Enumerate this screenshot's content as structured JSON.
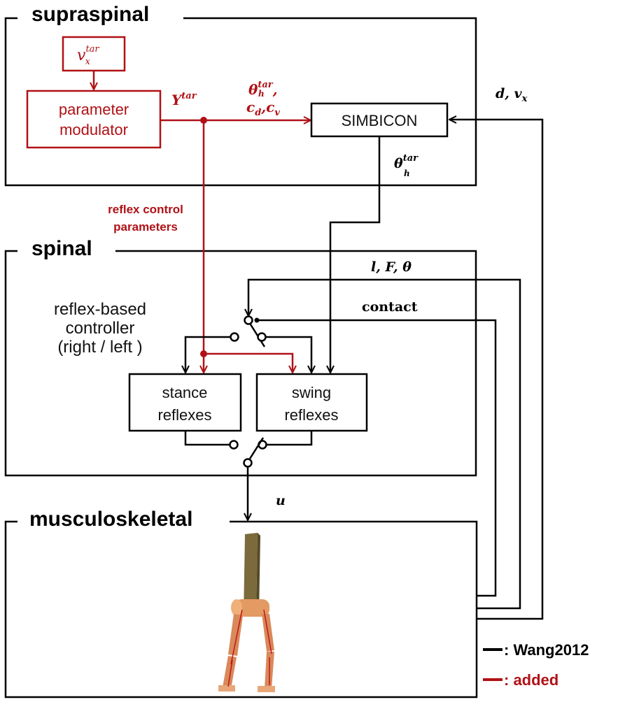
{
  "sections": {
    "supraspinal": "supraspinal",
    "spinal": "spinal",
    "musculoskeletal": "musculoskeletal"
  },
  "blocks": {
    "target_velocity": {
      "base": "v",
      "sub": "x",
      "sup": "tar"
    },
    "parameter_modulator": {
      "line1": "parameter",
      "line2": "modulator"
    },
    "simbicon": "SIMBICON",
    "stance_reflexes": {
      "line1": "stance",
      "line2": "reflexes"
    },
    "swing_reflexes": {
      "line1": "swing",
      "line2": "reflexes"
    },
    "controller_label": {
      "line1": "reflex-based",
      "line2": "controller",
      "line3": "(right / left )"
    }
  },
  "signals": {
    "y_tar": {
      "base": "Y",
      "sup": "tar"
    },
    "theta_h_tar_cd_cv": {
      "line1_base": "θ",
      "line1_sub": "h",
      "line1_sup": "tar",
      "line1_tail": ",",
      "line2": "c",
      "line2_sub1": "d",
      "line2_mid": ",c",
      "line2_sub2": "v"
    },
    "theta_h_tar": {
      "base": "θ",
      "sub": "h",
      "sup": "tar"
    },
    "d_vx": {
      "text": "d, v",
      "sub": "x"
    },
    "reflex_control_parameters": {
      "line1": "reflex control",
      "line2": "parameters"
    },
    "l_f_theta": "l, F, θ",
    "contact": "contact",
    "u": "u"
  },
  "legend": [
    {
      "label": ": Wang2012",
      "color": "#000000"
    },
    {
      "label": ": added",
      "color": "#b01116"
    }
  ],
  "colors": {
    "added": "#b01116",
    "original": "#000000"
  }
}
